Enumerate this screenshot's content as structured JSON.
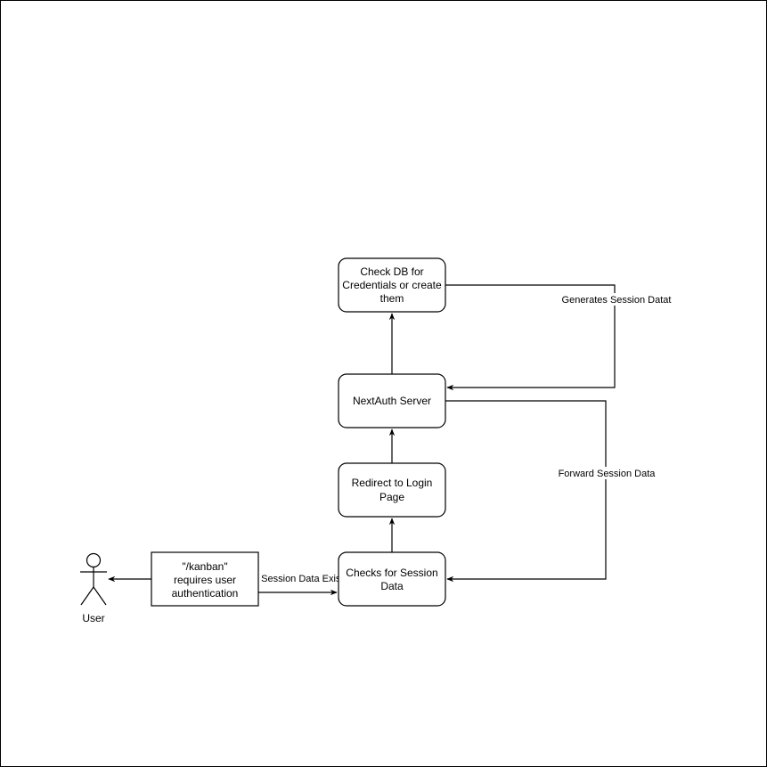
{
  "diagram": {
    "type": "flowchart",
    "nodes": {
      "check_db": {
        "lines": [
          "Check DB for",
          "Credentials or create",
          "them"
        ],
        "shape": "rounded-rect"
      },
      "nextauth": {
        "lines": [
          "NextAuth Server"
        ],
        "shape": "rounded-rect"
      },
      "redirect": {
        "lines": [
          "Redirect to Login",
          "Page"
        ],
        "shape": "rounded-rect"
      },
      "checks_session": {
        "lines": [
          "Checks for Session",
          "Data"
        ],
        "shape": "rounded-rect"
      },
      "kanban": {
        "lines": [
          "\"/kanban\"",
          "requires user",
          "authentication"
        ],
        "shape": "rect"
      },
      "user": {
        "label": "User",
        "shape": "actor"
      }
    },
    "edges": [
      {
        "from": "nextauth",
        "to": "check_db",
        "label": ""
      },
      {
        "from": "check_db",
        "to": "nextauth",
        "label": "Generates Session Datat"
      },
      {
        "from": "redirect",
        "to": "nextauth",
        "label": ""
      },
      {
        "from": "checks_session",
        "to": "redirect",
        "label": ""
      },
      {
        "from": "nextauth",
        "to": "checks_session",
        "label": "Forward Session Data"
      },
      {
        "from": "kanban",
        "to": "checks_session",
        "label": "If Session Data Exis"
      },
      {
        "from": "kanban",
        "to": "user",
        "label": ""
      }
    ]
  }
}
